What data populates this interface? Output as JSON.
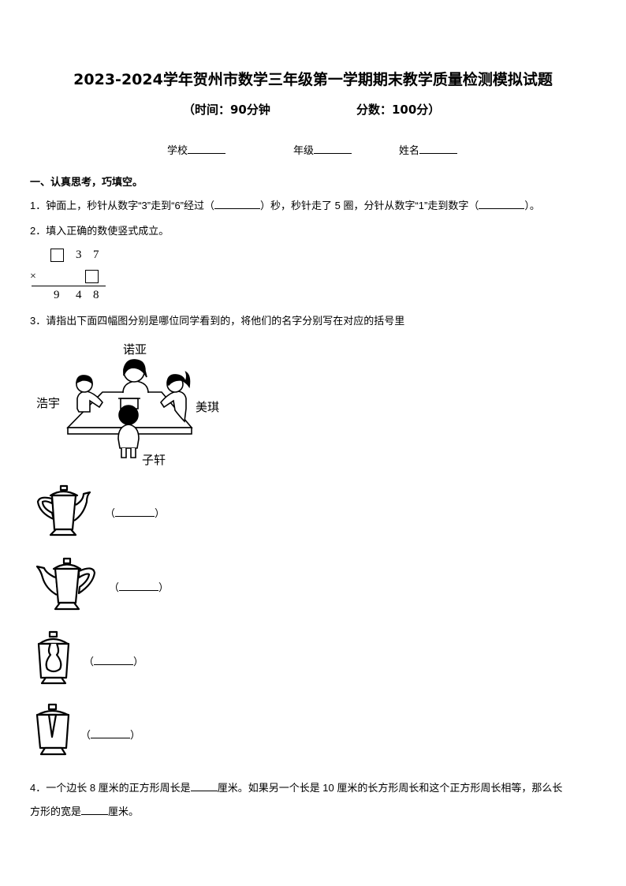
{
  "header": {
    "title": "2023-2024学年贺州市数学三年级第一学期期末教学质量检测模拟试题",
    "time_label": "（时间：90分钟",
    "score_label": "分数：100分）"
  },
  "info": {
    "school_label": "学校",
    "grade_label": "年级",
    "name_label": "姓名"
  },
  "section1": {
    "heading": "一、认真思考，巧填空。"
  },
  "q1": {
    "part1": "1．钟面上，秒针从数字“3”走到“6”经过（",
    "part2": "）秒，秒针走了 5 圈，分针从数字“1”走到数字（",
    "part3": "）。"
  },
  "q2": {
    "text": "2．填入正确的数使竖式成立。",
    "row1": [
      "",
      "3",
      "7"
    ],
    "operator": "×",
    "row3": [
      "9",
      "4",
      "8"
    ]
  },
  "q3": {
    "text": "3．请指出下面四幅图分别是哪位同学看到的，将他们的名字分别写在对应的括号里",
    "names": {
      "top": "诺亚",
      "left": "浩宇",
      "right": "美琪",
      "bottom": "子轩"
    },
    "answers": [
      {
        "open": "（",
        "close": "）"
      },
      {
        "open": "（",
        "close": "）"
      },
      {
        "open": "（",
        "close": "）"
      },
      {
        "open": "（",
        "close": "）"
      }
    ]
  },
  "q4": {
    "line1_a": "4．一个边长 8 厘米的正方形周长是",
    "line1_b": "厘米。如果另一个长是 10 厘米的长方形周长和这个正方形周长相等，那么长",
    "line2_a": "方形的宽是",
    "line2_b": "厘米。"
  }
}
